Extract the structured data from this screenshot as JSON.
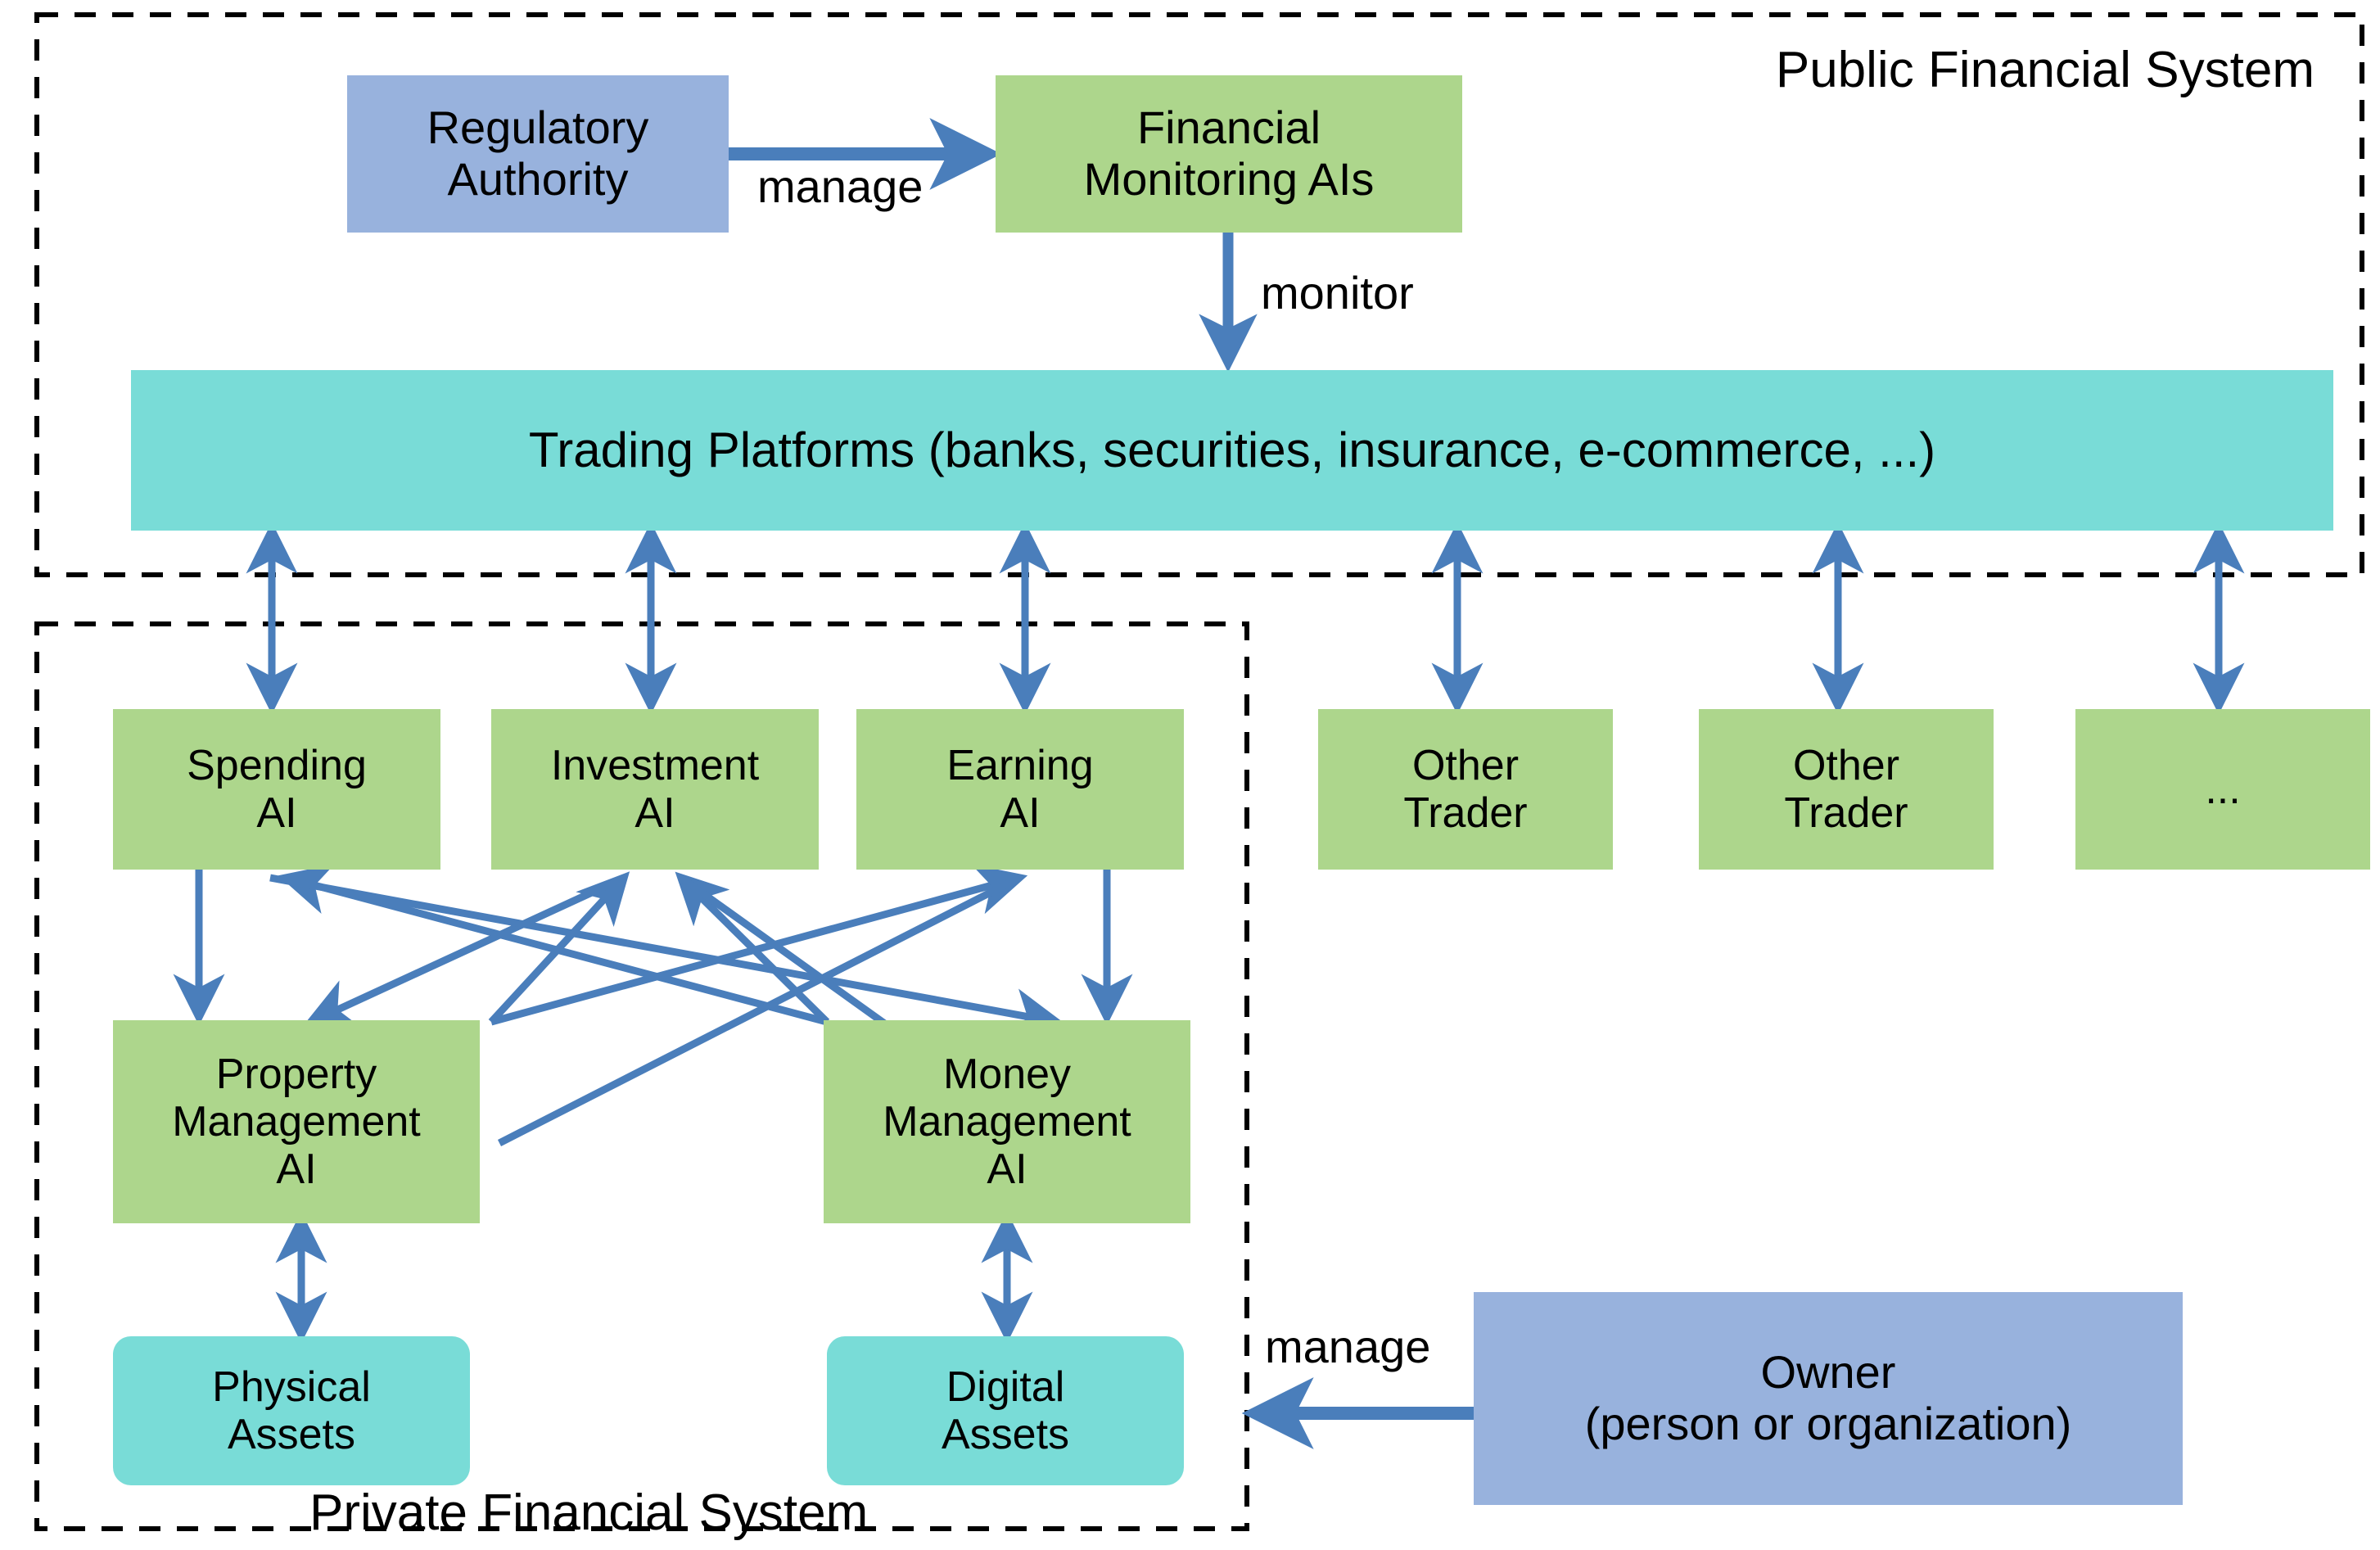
{
  "diagram": {
    "title": "Public and Private Financial System with AI agents",
    "colors": {
      "blue_node": "#98B2DD",
      "green_node": "#ADD68C",
      "teal_node": "#79DCD7",
      "arrow": "#4A7EBB",
      "border": "#000000",
      "background": "#FFFFFF"
    },
    "regions": [
      {
        "id": "public",
        "label": "Public Financial System",
        "style": "dashed-rectangle"
      },
      {
        "id": "private",
        "label": "Private Financial System",
        "style": "dashed-rectangle"
      }
    ],
    "nodes": [
      {
        "id": "regulatory-authority",
        "label": "Regulatory\nAuthority",
        "color": "blue",
        "shape": "rect"
      },
      {
        "id": "financial-monitoring-ais",
        "label": "Financial\nMonitoring AIs",
        "color": "green",
        "shape": "rect"
      },
      {
        "id": "trading-platforms",
        "label": "Trading Platforms (banks, securities, insurance, e-commerce, ...)",
        "color": "teal",
        "shape": "rect"
      },
      {
        "id": "spending-ai",
        "label": "Spending\nAI",
        "color": "green",
        "shape": "rect"
      },
      {
        "id": "investment-ai",
        "label": "Investment\nAI",
        "color": "green",
        "shape": "rect"
      },
      {
        "id": "earning-ai",
        "label": "Earning\nAI",
        "color": "green",
        "shape": "rect"
      },
      {
        "id": "other-trader-1",
        "label": "Other\nTrader",
        "color": "green",
        "shape": "rect"
      },
      {
        "id": "other-trader-2",
        "label": "Other\nTrader",
        "color": "green",
        "shape": "rect"
      },
      {
        "id": "more-traders",
        "label": "...",
        "color": "green",
        "shape": "rect"
      },
      {
        "id": "property-management-ai",
        "label": "Property\nManagement\nAI",
        "color": "green",
        "shape": "rect"
      },
      {
        "id": "money-management-ai",
        "label": "Money\nManagement\nAI",
        "color": "green",
        "shape": "rect"
      },
      {
        "id": "physical-assets",
        "label": "Physical\nAssets",
        "color": "teal",
        "shape": "rounded-rect"
      },
      {
        "id": "digital-assets",
        "label": "Digital\nAssets",
        "color": "teal",
        "shape": "rounded-rect"
      },
      {
        "id": "owner",
        "label": "Owner\n(person or organization)",
        "color": "blue",
        "shape": "rect"
      }
    ],
    "edge_labels": {
      "manage_authority": "manage",
      "monitor": "monitor",
      "manage_owner": "manage"
    },
    "edges": [
      {
        "from": "regulatory-authority",
        "to": "financial-monitoring-ais",
        "label": "manage",
        "direction": "one-way"
      },
      {
        "from": "financial-monitoring-ais",
        "to": "trading-platforms",
        "label": "monitor",
        "direction": "one-way"
      },
      {
        "from": "trading-platforms",
        "to": "spending-ai",
        "label": "",
        "direction": "two-way"
      },
      {
        "from": "trading-platforms",
        "to": "investment-ai",
        "label": "",
        "direction": "two-way"
      },
      {
        "from": "trading-platforms",
        "to": "earning-ai",
        "label": "",
        "direction": "two-way"
      },
      {
        "from": "trading-platforms",
        "to": "other-trader-1",
        "label": "",
        "direction": "two-way"
      },
      {
        "from": "trading-platforms",
        "to": "other-trader-2",
        "label": "",
        "direction": "two-way"
      },
      {
        "from": "trading-platforms",
        "to": "more-traders",
        "label": "",
        "direction": "two-way"
      },
      {
        "from": "spending-ai",
        "to": "property-management-ai",
        "label": "",
        "direction": "one-way"
      },
      {
        "from": "spending-ai",
        "to": "money-management-ai",
        "label": "",
        "direction": "one-way"
      },
      {
        "from": "property-management-ai",
        "to": "investment-ai",
        "label": "",
        "direction": "one-way"
      },
      {
        "from": "money-management-ai",
        "to": "investment-ai",
        "label": "",
        "direction": "one-way"
      },
      {
        "from": "money-management-ai",
        "to": "property-management-ai",
        "label": "",
        "direction": "one-way"
      },
      {
        "from": "property-management-ai",
        "to": "earning-ai",
        "label": "",
        "direction": "one-way"
      },
      {
        "from": "earning-ai",
        "to": "money-management-ai",
        "label": "",
        "direction": "one-way"
      },
      {
        "from": "property-management-ai",
        "to": "physical-assets",
        "label": "",
        "direction": "two-way"
      },
      {
        "from": "money-management-ai",
        "to": "digital-assets",
        "label": "",
        "direction": "two-way"
      },
      {
        "from": "owner",
        "to": "digital-assets",
        "label": "manage",
        "direction": "one-way"
      }
    ]
  }
}
